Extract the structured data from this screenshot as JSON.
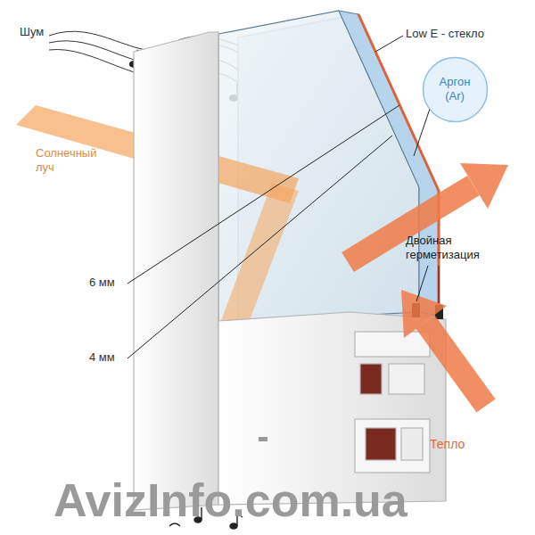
{
  "diagram": {
    "nodes": [
      {
        "text": [
          "Аргон (Ar)"
        ]
      }
    ],
    "labels": [
      "Шум",
      "Солнечный луч",
      "Low E - стекло",
      "Двойная герметизация",
      "6 мм",
      "4 мм",
      "Тепло",
      "AvizInfo.com.ua"
    ]
  }
}
